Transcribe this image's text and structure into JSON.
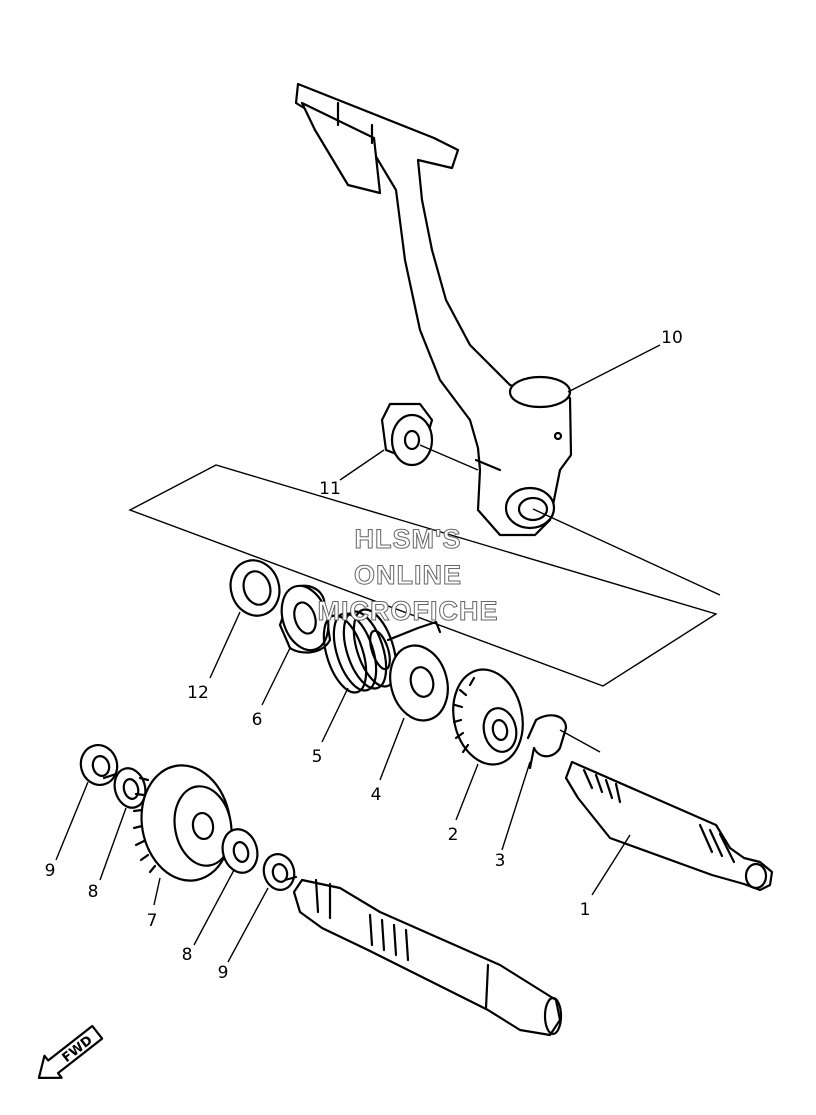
{
  "watermark": {
    "line1": "HLSM'S",
    "line2": "ONLINE",
    "line3": "MICROFICHE"
  },
  "direction_marker": "FWD",
  "callouts": [
    {
      "id": "c1",
      "label": "1"
    },
    {
      "id": "c2",
      "label": "2"
    },
    {
      "id": "c3",
      "label": "3"
    },
    {
      "id": "c4",
      "label": "4"
    },
    {
      "id": "c5",
      "label": "5"
    },
    {
      "id": "c6",
      "label": "6"
    },
    {
      "id": "c7",
      "label": "7"
    },
    {
      "id": "c8a",
      "label": "8"
    },
    {
      "id": "c8b",
      "label": "8"
    },
    {
      "id": "c9a",
      "label": "9"
    },
    {
      "id": "c9b",
      "label": "9"
    },
    {
      "id": "c10",
      "label": "10"
    },
    {
      "id": "c11",
      "label": "11"
    },
    {
      "id": "c12",
      "label": "12"
    }
  ]
}
